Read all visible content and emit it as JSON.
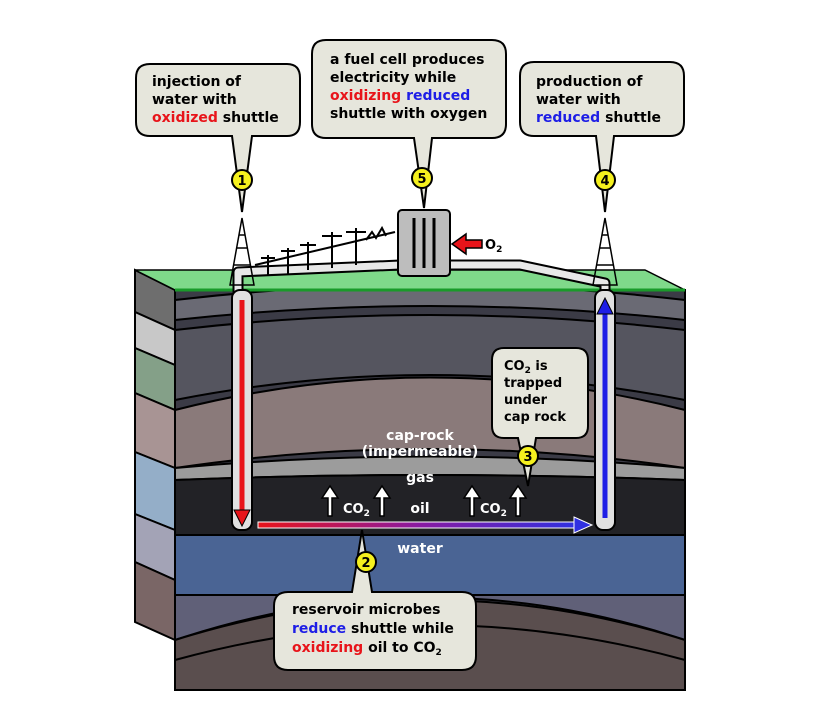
{
  "callouts": {
    "c1": {
      "line1": "injection of",
      "line2": "water with",
      "line3_colored": "oxidized",
      "line3_rest": " shuttle",
      "number": "1"
    },
    "c5": {
      "line1": "a fuel cell produces",
      "line2": "electricity while",
      "line3_a": "oxidizing",
      "line3_b": "reduced",
      "line4": "shuttle with oxygen",
      "number": "5"
    },
    "c4": {
      "line1": "production of",
      "line2": "water with",
      "line3_colored": "reduced",
      "line3_rest": " shuttle",
      "number": "4"
    },
    "c3": {
      "co": "CO",
      "sub": "2",
      "is": " is",
      "line2": "trapped",
      "line3": "under",
      "line4": "cap rock",
      "number": "3"
    },
    "c2": {
      "line1": "reservoir microbes",
      "line2_colored": "reduce",
      "line2_rest": " shuttle while",
      "line3_colored": "oxidizing",
      "line3_rest": " oil to CO",
      "line3_sub": "2",
      "number": "2"
    }
  },
  "labels": {
    "o2": "O",
    "o2_sub": "2",
    "caprock_1": "cap-rock",
    "caprock_2": "(impermeable)",
    "gas": "gas",
    "oil": "oil",
    "co2": "CO",
    "co2_sub": "2",
    "water": "water"
  },
  "colors": {
    "oxidized": "#e8141a",
    "reduced": "#1e1ee6",
    "marker": "#f5f01e",
    "callout_bg": "#e6e6dc",
    "grass": "#7fd98a",
    "surface_line": "#1a9a2a",
    "water_layer": "#4a6494"
  }
}
